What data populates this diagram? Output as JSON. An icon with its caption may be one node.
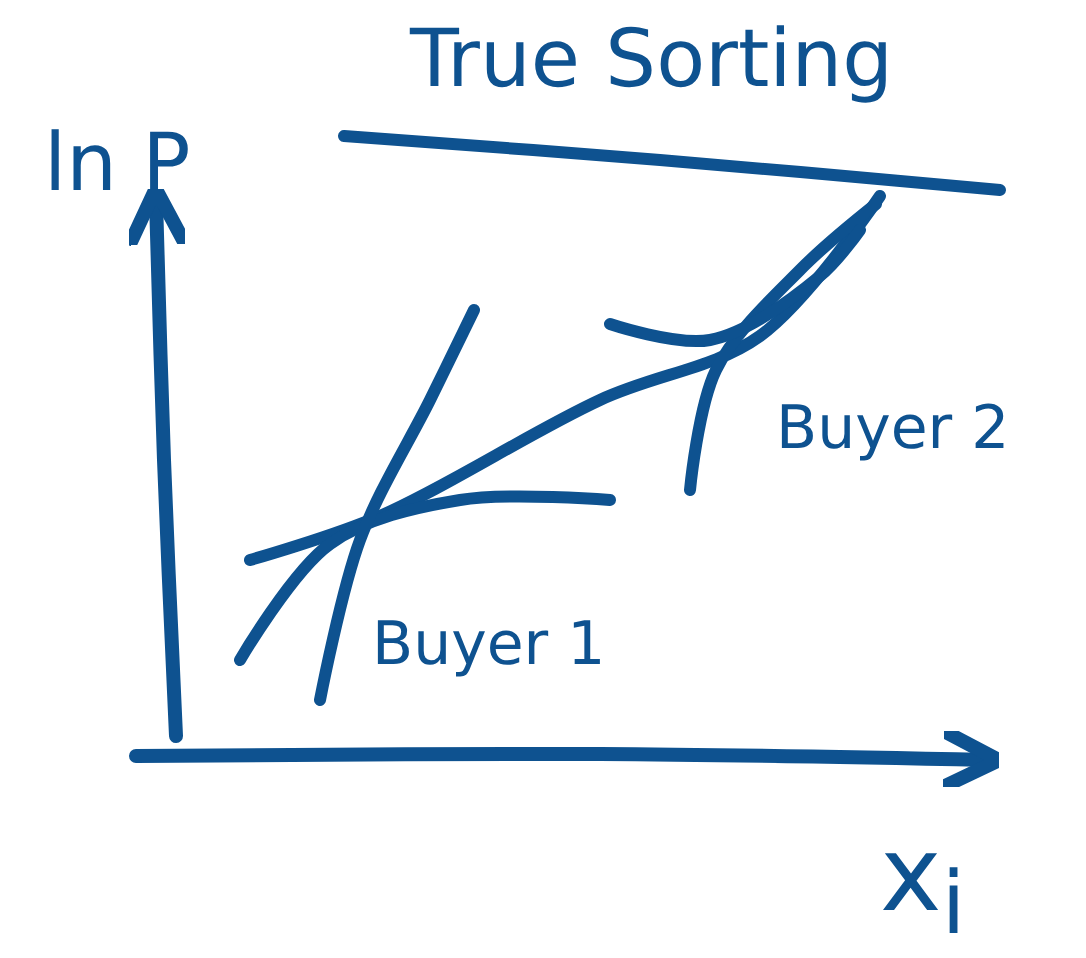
{
  "diagram": {
    "labels": [
      "ln P",
      "True Sorting",
      "Buyer 2",
      "Buyer 1",
      "x$_{i}$"
    ]
  }
}
